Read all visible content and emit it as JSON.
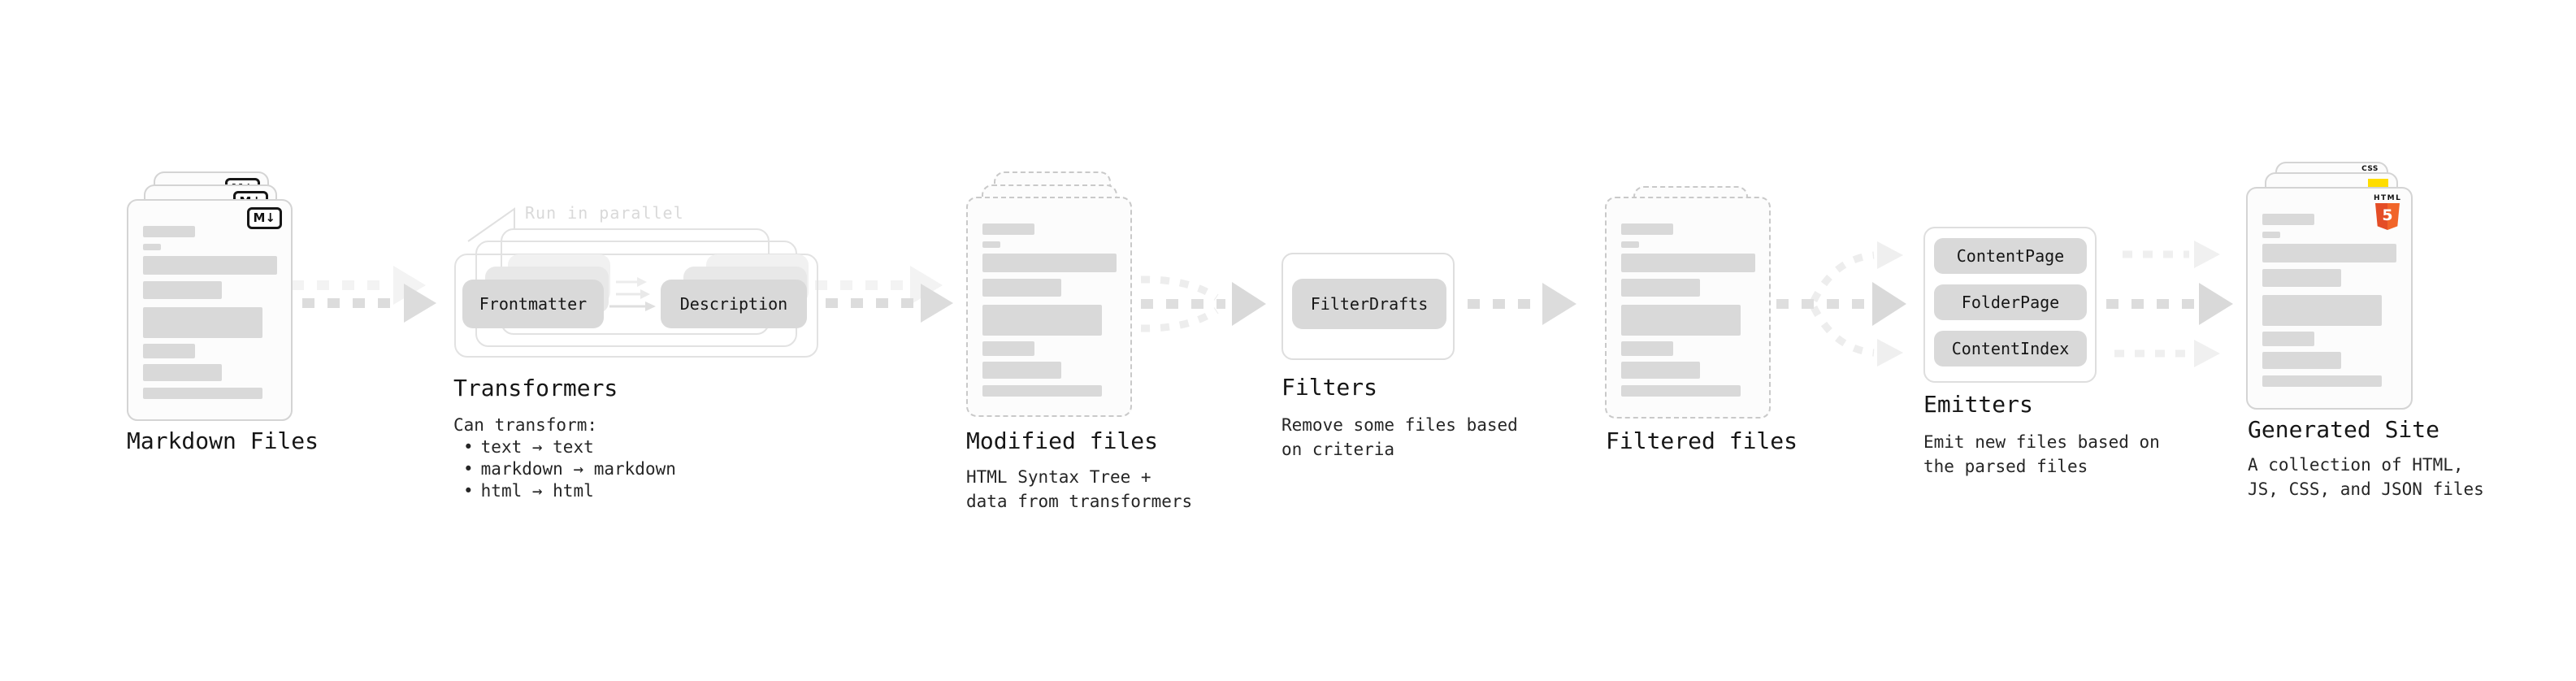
{
  "nodes": {
    "markdown_files": {
      "title": "Markdown Files",
      "icon_text": "M↓"
    },
    "transformers": {
      "title": "Transformers",
      "parallel_label": "Run in parallel",
      "pill_left": "Frontmatter",
      "pill_right": "Description",
      "caption_heading": "Can transform:",
      "bullets": [
        "text → text",
        "markdown → markdown",
        "html → html"
      ]
    },
    "modified_files": {
      "title": "Modified files",
      "caption": "HTML Syntax Tree +\ndata from transformers"
    },
    "filters": {
      "title": "Filters",
      "pill": "FilterDrafts",
      "caption": "Remove some files based\non criteria"
    },
    "filtered_files": {
      "title": "Filtered files"
    },
    "emitters": {
      "title": "Emitters",
      "pills": [
        "ContentPage",
        "FolderPage",
        "ContentIndex"
      ],
      "caption": "Emit new files based on\nthe parsed files"
    },
    "generated_site": {
      "title": "Generated Site",
      "caption": "A collection of HTML,\nJS, CSS, and JSON files",
      "badges": {
        "css": "CSS",
        "html_label": "HTML",
        "html_number": "5"
      }
    }
  },
  "glyphs": {
    "bullet": "•"
  },
  "colors": {
    "placeholder_bar": "#d9d9d9",
    "pill": "#d9d9d9",
    "pill_ghost1": "#e8e8e8",
    "pill_ghost2": "#f1f1f1",
    "arrow_main": "#dcdcdc",
    "arrow_light": "#ededed",
    "arrow_ghost": "#f3f3f3",
    "run_in_parallel_text": "#d9d9d9",
    "html5_orange": "#e44d26",
    "js_yellow": "#ffdd00",
    "css_blue": "#2b63e8"
  }
}
